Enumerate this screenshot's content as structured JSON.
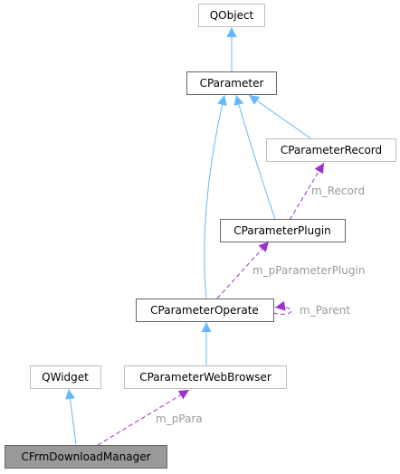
{
  "colors": {
    "inherit_edge": "#63b8ff",
    "usage_edge": "#9a32cd",
    "documented_border": "#666666",
    "undocumented_border": "#bfbfbf",
    "focus_fill": "#999999",
    "edge_label": "#9a9a9a"
  },
  "nodes": {
    "qobject": {
      "label": "QObject",
      "documented": false
    },
    "cparameter": {
      "label": "CParameter",
      "documented": true
    },
    "cparameterrecord": {
      "label": "CParameterRecord",
      "documented": false
    },
    "cparameterplugin": {
      "label": "CParameterPlugin",
      "documented": true
    },
    "cparameteroperate": {
      "label": "CParameterOperate",
      "documented": true
    },
    "qwidget": {
      "label": "QWidget",
      "documented": false
    },
    "cparameterwebbrowser": {
      "label": "CParameterWebBrowser",
      "documented": false
    },
    "cfrmdownloadmanager": {
      "label": "CFrmDownloadManager",
      "documented": true,
      "focus": true
    }
  },
  "edge_labels": {
    "m_record": "m_Record",
    "m_pparameterplugin": "m_pParameterPlugin",
    "m_parent": "m_Parent",
    "m_ppara": "m_pPara"
  },
  "edges": [
    {
      "from": "cparameter",
      "to": "qobject",
      "kind": "inherit"
    },
    {
      "from": "cparameterrecord",
      "to": "cparameter",
      "kind": "inherit"
    },
    {
      "from": "cparameterplugin",
      "to": "cparameter",
      "kind": "inherit"
    },
    {
      "from": "cparameteroperate",
      "to": "cparameter",
      "kind": "inherit"
    },
    {
      "from": "cparameterplugin",
      "to": "cparameterrecord",
      "kind": "usage",
      "label": "m_record"
    },
    {
      "from": "cparameteroperate",
      "to": "cparameterplugin",
      "kind": "usage",
      "label": "m_pparameterplugin"
    },
    {
      "from": "cparameteroperate",
      "to": "cparameteroperate",
      "kind": "usage",
      "label": "m_parent"
    },
    {
      "from": "cparameterwebbrowser",
      "to": "cparameteroperate",
      "kind": "inherit"
    },
    {
      "from": "cfrmdownloadmanager",
      "to": "qwidget",
      "kind": "inherit"
    },
    {
      "from": "cfrmdownloadmanager",
      "to": "cparameterwebbrowser",
      "kind": "usage",
      "label": "m_ppara"
    }
  ]
}
